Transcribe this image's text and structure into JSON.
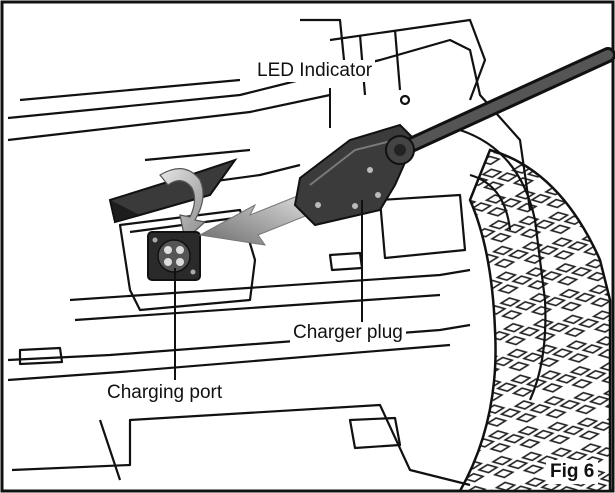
{
  "labels": {
    "led_indicator": "LED Indicator",
    "charger_plug": "Charger plug",
    "charging_port": "Charging port",
    "figure": "Fig 6"
  }
}
